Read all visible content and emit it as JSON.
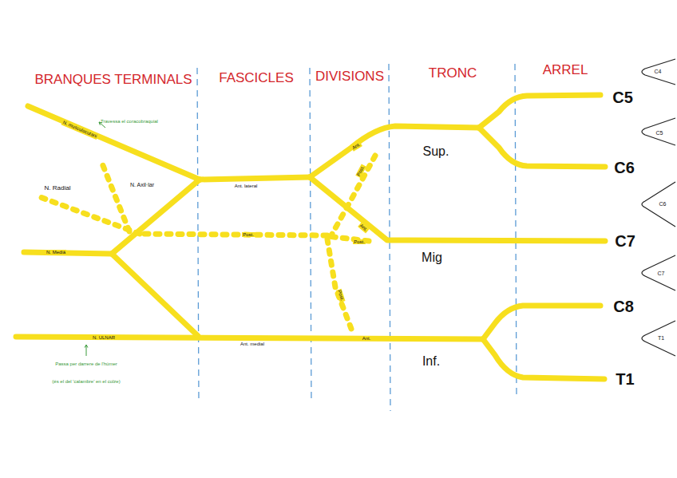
{
  "diagram": {
    "labels": [
      "BRANQUES TERMINALS",
      "FASCICLES",
      "DIVISIONS",
      "TRONC",
      "ARREL",
      "C4",
      "C5",
      "C6",
      "C7",
      "T1",
      "C5",
      "C6",
      "C7",
      "C8",
      "T1",
      "Sup.",
      "Mig",
      "Inf.",
      "Ant.",
      "Post.",
      "Ant.",
      "Post.",
      "Post.",
      "Ant.",
      "Ant. lateral",
      "Post.",
      "Ant. medial",
      "N. musculocutani",
      "Travessa el coracobraquial",
      "N. Radial",
      "N. Axil·lar",
      "N. Medià",
      "N. ULNAR",
      "Passa per darrere de l'húmer",
      "(és el del 'calambre' en el colze)"
    ]
  }
}
